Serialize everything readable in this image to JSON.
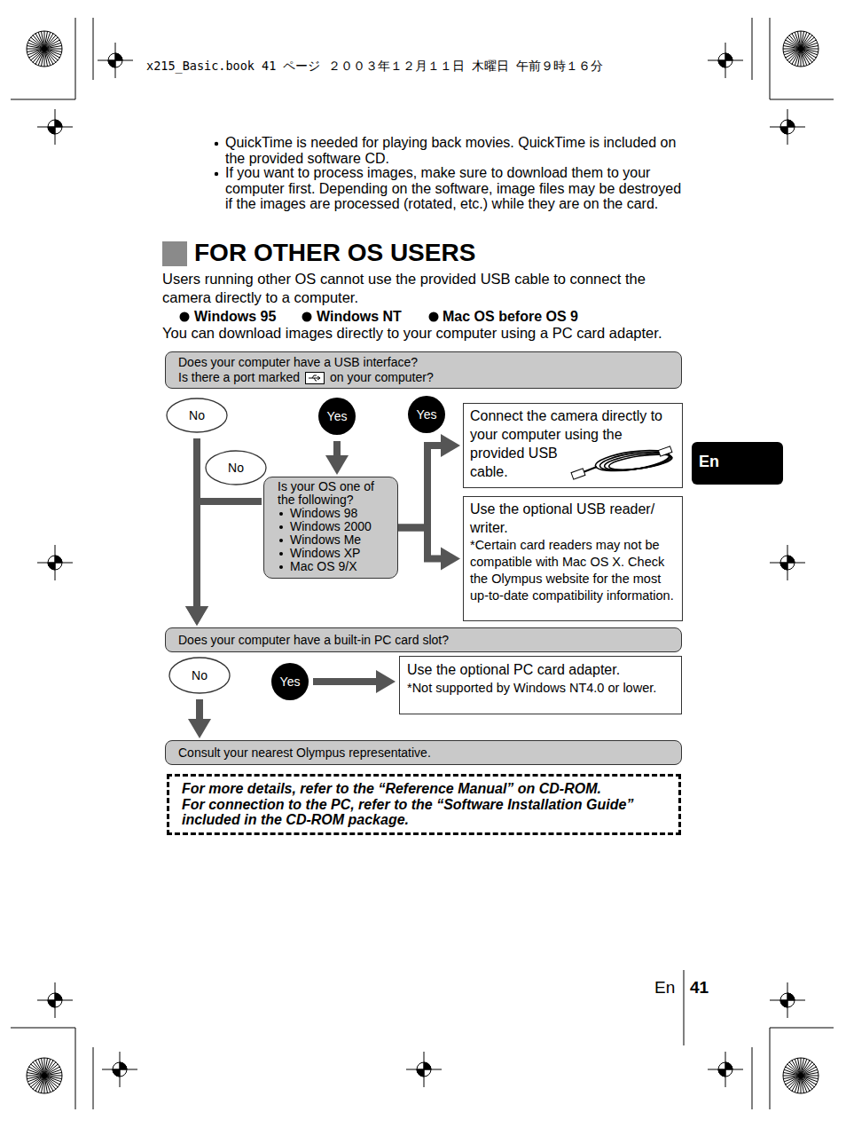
{
  "diagram": {
    "title": "FOR OTHER OS USERS",
    "nodes": [
      {
        "text": [
          "Does your computer have a USB interface?",
          "Is there a port marked",
          "on your computer?"
        ]
      },
      {
        "text": [
          "No"
        ]
      },
      {
        "text": [
          "Yes"
        ]
      },
      {
        "text": [
          "Yes"
        ]
      },
      {
        "text": [
          "Connect the camera directly to your computer using the provided USB cable."
        ]
      },
      {
        "text": [
          "No"
        ]
      },
      {
        "text": [
          "Is your OS one of the following?",
          "Windows 98",
          "Windows 2000",
          "Windows Me",
          "Windows XP",
          "Mac OS 9/X"
        ]
      },
      {
        "text": [
          "Use the optional USB reader/ writer.",
          "*Certain card readers may not be compatible with Mac OS X. Check the Olympus website for the most up-to-date compatibility information."
        ]
      },
      {
        "text": [
          "Does your computer have a built-in PC card slot?"
        ]
      },
      {
        "text": [
          "No"
        ]
      },
      {
        "text": [
          "Yes"
        ]
      },
      {
        "text": [
          "Use the optional PC card adapter.",
          "*Not supported by Windows NT4.0 or lower."
        ]
      },
      {
        "text": [
          "Consult your nearest Olympus representative."
        ]
      },
      {
        "text": [
          "For more details, refer to the “Reference Manual” on CD-ROM.",
          "For connection to the PC, refer to the “Software Installation Guide” included in the CD-ROM package."
        ]
      },
      {
        "text": [
          "En"
        ]
      }
    ],
    "edges": [
      {
        "from": 1,
        "to": 8,
        "arrow": "to"
      },
      {
        "from": 2,
        "to": 6,
        "arrow": "to"
      },
      {
        "from": 6,
        "to": 8,
        "arrow": "to"
      },
      {
        "from": 6,
        "to": 4,
        "arrow": "to"
      },
      {
        "from": 6,
        "to": 7,
        "arrow": "to"
      },
      {
        "from": 10,
        "to": 11,
        "arrow": "to"
      },
      {
        "from": 9,
        "to": 12,
        "arrow": "to"
      }
    ],
    "labels": [
      "x215_Basic.book  41 ページ  ２００３年１２月１１日  木曜日  午前９時１６分",
      "QuickTime is needed for playing back movies. QuickTime is included on the provided software CD.",
      "If you want to process images, make sure to download them to your computer first. Depending on the software, image files may be destroyed if the images are processed (rotated, etc.) while they are on the card.",
      "Users running other OS cannot use the provided USB cable to connect the camera directly to a computer.",
      "Windows 95",
      "Windows NT",
      "Mac OS before OS 9",
      "You can download images directly to your computer using a PC card adapter.",
      "En",
      "41"
    ]
  }
}
